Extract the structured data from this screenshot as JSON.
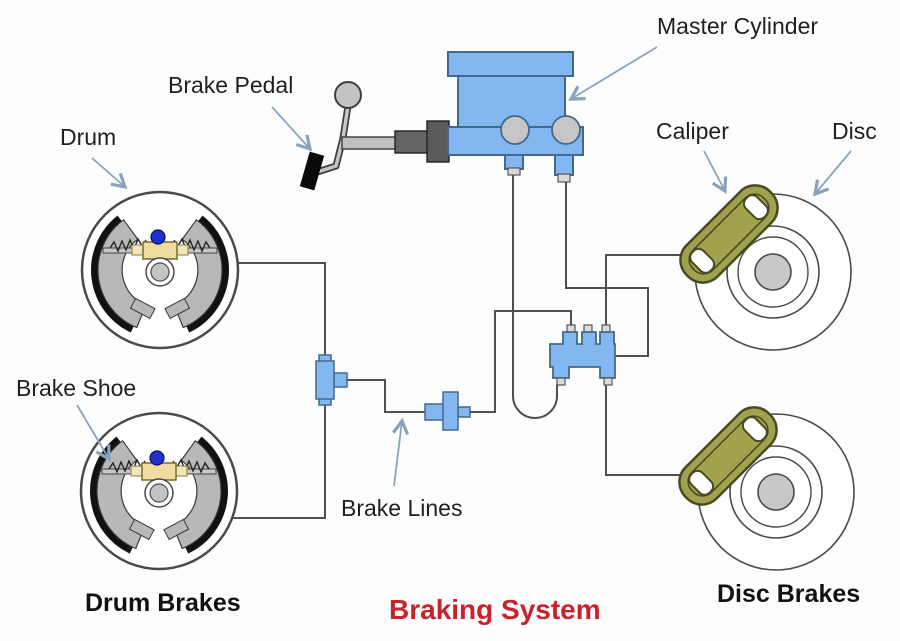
{
  "diagram": {
    "title": {
      "text": "Braking System",
      "color": "#c8232c"
    },
    "labels": {
      "master_cylinder": "Master Cylinder",
      "brake_pedal": "Brake Pedal",
      "drum": "Drum",
      "caliper": "Caliper",
      "disc": "Disc",
      "brake_shoe": "Brake Shoe",
      "brake_lines": "Brake Lines",
      "drum_brakes": "Drum Brakes",
      "disc_brakes": "Disc Brakes"
    },
    "colors": {
      "component_blue": "#83b7f0",
      "component_blue_stroke": "#44688c",
      "caliper_olive": "#a2a24e",
      "caliper_olive_stroke": "#4a4a22",
      "wheel_cylinder_tan": "#efdda0",
      "brake_shoe_gray": "#b8b8b8",
      "hub_gray": "#c4c4c4",
      "pedal_black": "#0a0a0a",
      "pipe_gray": "#4f4f4f",
      "arrow_blue_gray": "#8aa3bd",
      "spring_anchor_blue": "#2030cc",
      "title_red": "#c8232c"
    }
  }
}
